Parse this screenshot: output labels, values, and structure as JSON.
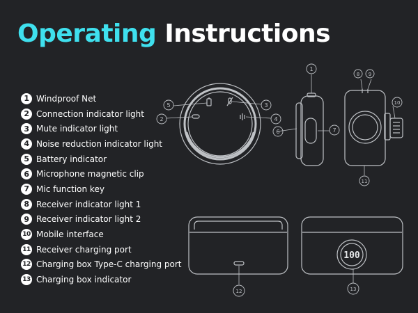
{
  "title": {
    "part1": "Operating",
    "part2": "Instructions"
  },
  "items": [
    {
      "num": "1",
      "label": "Windproof Net"
    },
    {
      "num": "2",
      "label": "Connection indicator light"
    },
    {
      "num": "3",
      "label": "Mute indicator light"
    },
    {
      "num": "4",
      "label": "Noise reduction indicator light"
    },
    {
      "num": "5",
      "label": "Battery indicator"
    },
    {
      "num": "6",
      "label": "Microphone magnetic clip"
    },
    {
      "num": "7",
      "label": "Mic function key"
    },
    {
      "num": "8",
      "label": "Receiver indicator light 1"
    },
    {
      "num": "9",
      "label": "Receiver indicator light 2"
    },
    {
      "num": "10",
      "label": "Mobile interface"
    },
    {
      "num": "11",
      "label": "Receiver charging port"
    },
    {
      "num": "12",
      "label": "Charging box Type-C charging port"
    },
    {
      "num": "13",
      "label": "Charging box indicator"
    }
  ],
  "callouts": [
    "1",
    "2",
    "3",
    "4",
    "5",
    "6",
    "7",
    "8",
    "9",
    "10",
    "11",
    "12",
    "13"
  ],
  "display_readout": "100",
  "colors": {
    "background": "#222326",
    "accent": "#3fe0ee",
    "line": "#bfc2c6"
  }
}
